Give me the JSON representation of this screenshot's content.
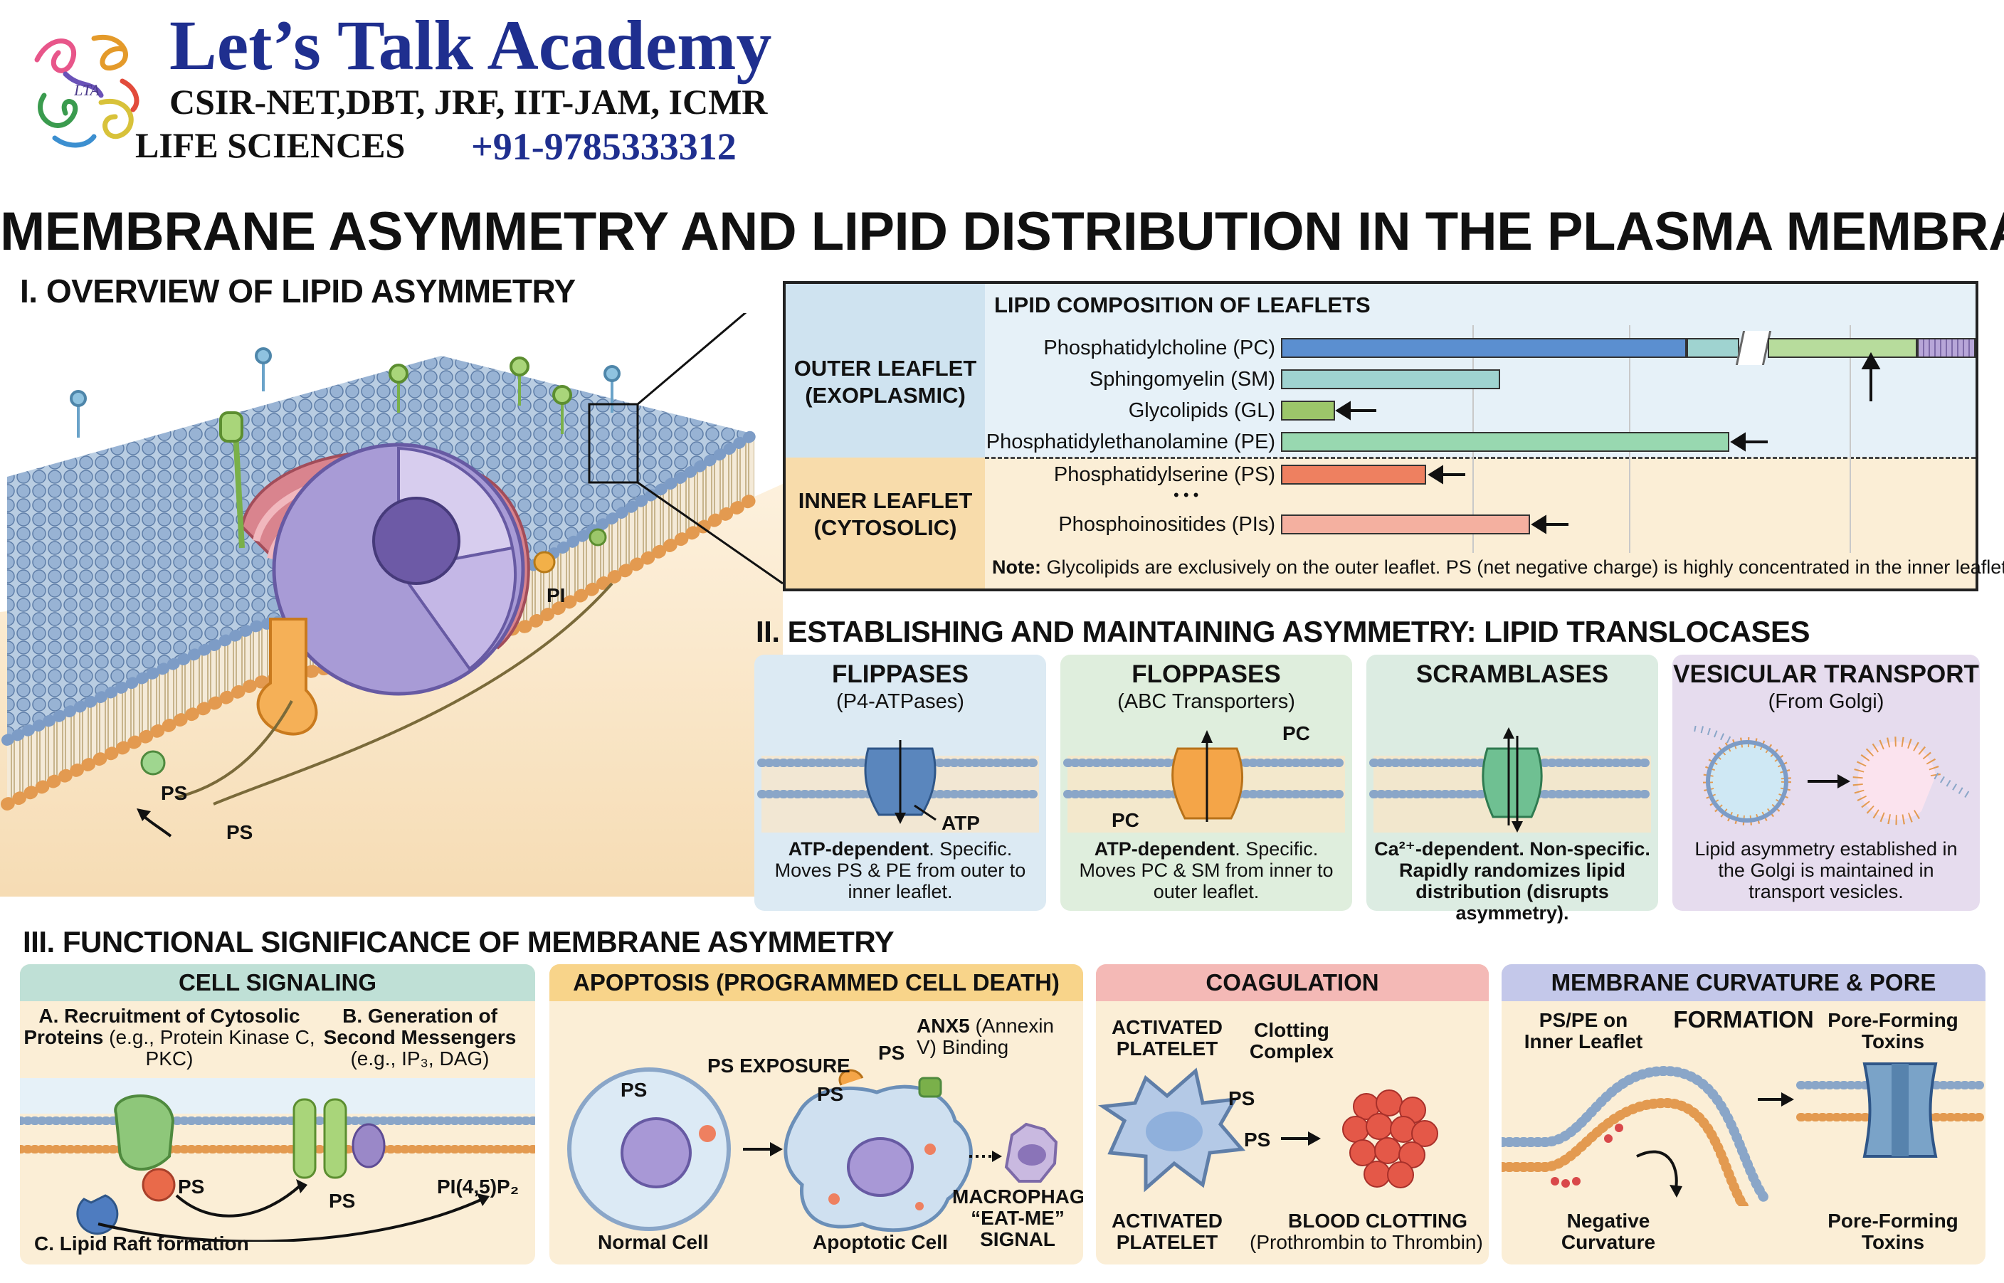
{
  "header": {
    "logo_mark": "LTA",
    "academy_name": "Let’s Talk Academy",
    "exams": "CSIR-NET,DBT, JRF, IIT-JAM, ICMR",
    "subject": "LIFE SCIENCES",
    "phone": "+91-9785333312"
  },
  "title": "MEMBRANE ASYMMETRY AND LIPID DISTRIBUTION IN THE PLASMA MEMBRANE",
  "section1": {
    "heading": "I. OVERVIEW OF LIPID ASYMMETRY",
    "labels": {
      "pi": "PI",
      "ps_1": "PS",
      "ps_2": "PS"
    }
  },
  "composition": {
    "title": "LIPID COMPOSITION OF LEAFLETS",
    "outer_label_1": "OUTER LEAFLET",
    "outer_label_2": "(EXOPLASMIC)",
    "inner_label_1": "INNER LEAFLET",
    "inner_label_2": "(CYTOSOLIC)",
    "lipids": [
      {
        "name": "Phosphatidylcholine (PC)",
        "color": "#5b8fd0"
      },
      {
        "name": "Sphingomyelin (SM)",
        "color": "#9fd3d0"
      },
      {
        "name": "Glycolipids (GL)",
        "color": "#9cc66a"
      },
      {
        "name": "Phosphatidylethanolamine (PE)",
        "color": "#98d8b0"
      },
      {
        "name": "Phosphatidylserine (PS)",
        "color": "#ee8060"
      },
      {
        "name": "Phosphoinositides (PIs)",
        "color": "#f4b0a0"
      }
    ],
    "ellipsis": "• • •",
    "note_label": "Note:",
    "note_text": " Glycolipids are exclusively on the outer leaflet. PS (net negative charge) is highly concentrated in the inner leaflet."
  },
  "section2": {
    "heading": "II. ESTABLISHING AND MAINTAINING ASYMMETRY: LIPID TRANSLOCASES",
    "cards": [
      {
        "title": "FLIPPASES",
        "subtitle": "(P4-ATPases)",
        "bold": "ATP-dependent",
        "text": ". Specific. Moves PS & PE from outer to inner leaflet.",
        "tag1": "ATP",
        "tag2": ""
      },
      {
        "title": "FLOPPASES",
        "subtitle": "(ABC Transporters)",
        "bold": "ATP-dependent",
        "text": ". Specific. Moves PC & SM from inner to outer leaflet.",
        "tag1": "PC",
        "tag2": "PC"
      },
      {
        "title": "SCRAMBLASES",
        "subtitle": "",
        "bold": "Ca²⁺-dependent. Non-specific.",
        "text": " Rapidly randomizes lipid distribution (disrupts asymmetry).",
        "tag1": "",
        "tag2": ""
      },
      {
        "title": "VESICULAR TRANSPORT",
        "subtitle": "(From Golgi)",
        "bold": "",
        "text": "Lipid asymmetry established in the Golgi is maintained in transport vesicles.",
        "tag1": "",
        "tag2": ""
      }
    ]
  },
  "section3": {
    "heading": "III. FUNCTIONAL SIGNIFICANCE OF MEMBRANE ASYMMETRY",
    "signaling": {
      "title": "CELL SIGNALING",
      "a_bold": "A. Recruitment of Cytosolic Proteins",
      "a_norm": " (e.g., Protein Kinase C, PKC)",
      "b_bold": "B. Generation of Second Messengers",
      "b_norm": " (e.g., IP₃, DAG)",
      "ps1": "PS",
      "ps2": "PS",
      "pip2": "PI(4,5)P₂",
      "c": "C. Lipid Raft formation"
    },
    "apoptosis": {
      "title": "APOPTOSIS (PROGRAMMED CELL DEATH)",
      "ps_exposure": "PS EXPOSURE",
      "anx5_bold": "ANX5",
      "anx5_norm": " (Annexin V) Binding",
      "ps_normal": "PS",
      "ps_a": "PS",
      "ps_b": "PS",
      "normal_cell": "Normal Cell",
      "apoptotic_cell": "Apoptotic Cell",
      "macrophage": "MACROPHAGE “EAT-ME” SIGNAL"
    },
    "coagulation": {
      "title": "COAGULATION",
      "activated_top": "ACTIVATED PLATELET",
      "clotting": "Clotting Complex",
      "ps_a": "PS",
      "ps_b": "PS",
      "activated_bottom": "ACTIVATED PLATELET",
      "blood_clotting": "BLOOD CLOTTING",
      "prothrombin": "(Prothrombin to Thrombin)"
    },
    "curvature": {
      "title": "MEMBRANE CURVATURE & PORE FORMATION",
      "pspe": "PS/PE on Inner Leaflet",
      "pore_top": "Pore-Forming Toxins",
      "negative": "Negative Curvature",
      "pore_bottom": "Pore-Forming Toxins"
    }
  },
  "colors": {
    "accent_blue": "#1f2f8f",
    "outer_leaflet_bg": "#cfe3f0",
    "inner_leaflet_bg": "#f8dcab",
    "flippase_bg": "#dceaf3",
    "floppase_bg": "#dfeedd",
    "scramblase_bg": "#dcece2",
    "vesicle_bg": "#e6dcee",
    "signaling_head": "#bfe0d6",
    "apoptosis_head": "#f8d48a",
    "coagulation_head": "#f4b9b6",
    "curvature_head": "#c4c8ea"
  }
}
